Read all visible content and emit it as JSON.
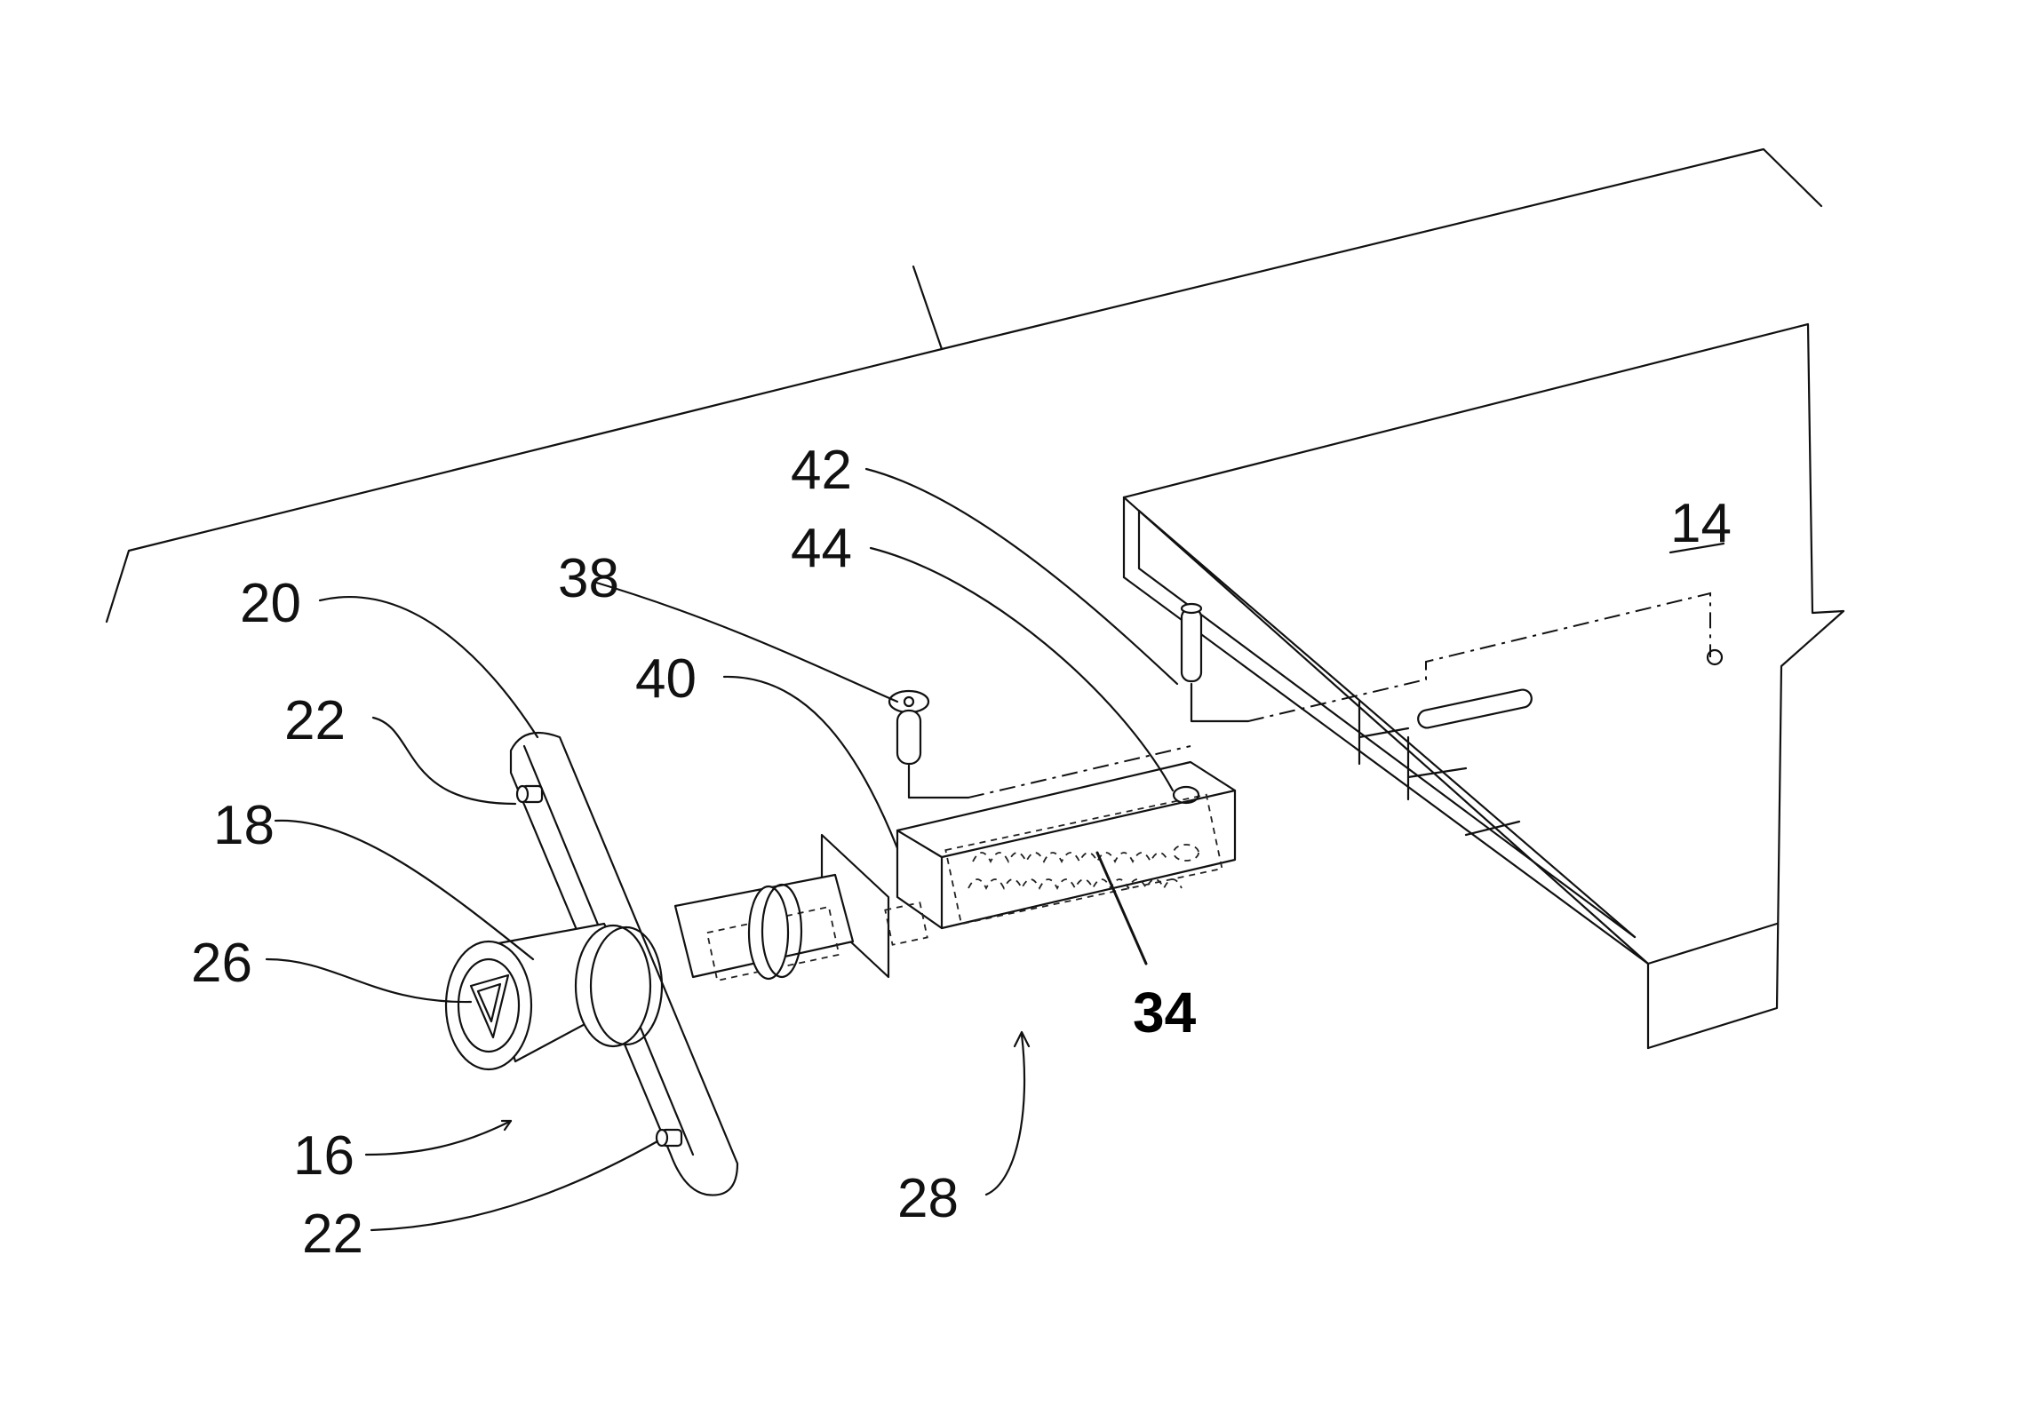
{
  "figure": {
    "labels": {
      "l14": "14",
      "l16": "16",
      "l18": "18",
      "l20": "20",
      "l22_top": "22",
      "l22_bottom": "22",
      "l26": "26",
      "l28": "28",
      "l34": "34",
      "l38": "38",
      "l40": "40",
      "l42": "42",
      "l44": "44"
    }
  }
}
